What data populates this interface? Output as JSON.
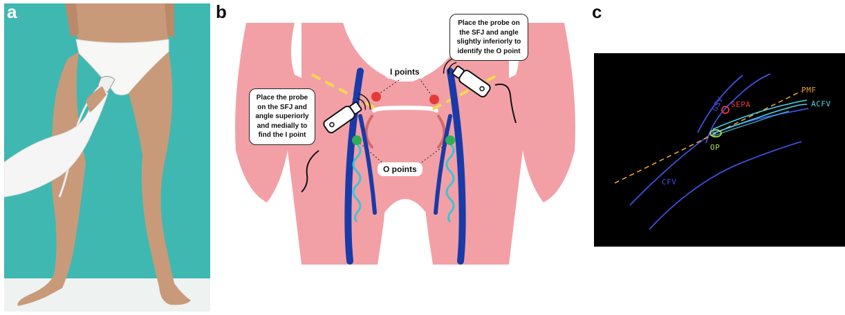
{
  "panels": {
    "a": {
      "letter": "a"
    },
    "b": {
      "letter": "b",
      "callout_right": "Place the probe on the SFJ and angle slightly inferiorly to identify the O point",
      "callout_left": "Place the probe on the SFJ and angle superiorly and medially to find the I point",
      "label_i_points": "I points",
      "label_o_points": "O points"
    },
    "c": {
      "letter": "c",
      "labels": {
        "pmf": "PMF",
        "acfv": "ACFV",
        "sepa": "SEPA",
        "gsv": "GSV",
        "op": "OP",
        "cfv": "CFV"
      }
    }
  },
  "colors": {
    "teal_bg": "#3fb8b1",
    "skin": "#c99a7a",
    "body_pink": "#f2a0a6",
    "vein_blue": "#1a3aa8",
    "dashed_yellow": "#f5d94e",
    "i_point_red": "#e53a3a",
    "o_point_green": "#2fae57",
    "tributary_cyan": "#39c4d8",
    "us_bg": "#000000",
    "us_blue": "#3f4fe0",
    "us_orange": "#f0a030",
    "us_cyan": "#47d6e8",
    "us_green": "#a6e04a",
    "us_red": "#f03a3a"
  }
}
